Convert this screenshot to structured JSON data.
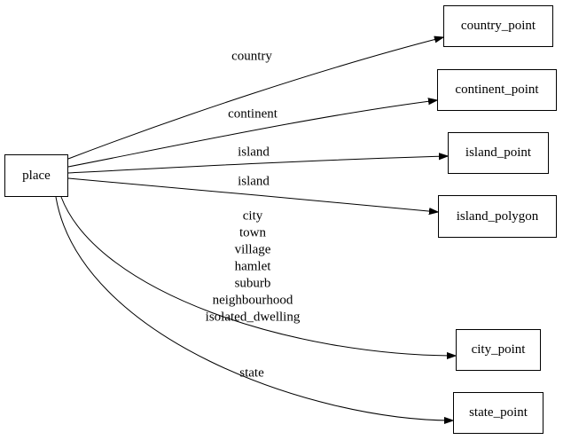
{
  "colors": {
    "background": "#ffffff",
    "stroke": "#000000",
    "node_fill": "#ffffff",
    "text": "#000000"
  },
  "nodes": [
    {
      "id": "place",
      "label": "place"
    },
    {
      "id": "country_point",
      "label": "country_point"
    },
    {
      "id": "continent_point",
      "label": "continent_point"
    },
    {
      "id": "island_point",
      "label": "island_point"
    },
    {
      "id": "island_polygon",
      "label": "island_polygon"
    },
    {
      "id": "city_point",
      "label": "city_point"
    },
    {
      "id": "state_point",
      "label": "state_point"
    }
  ],
  "edges": [
    {
      "from": "place",
      "to": "country_point",
      "label": "country"
    },
    {
      "from": "place",
      "to": "continent_point",
      "label": "continent"
    },
    {
      "from": "place",
      "to": "island_point",
      "label": "island"
    },
    {
      "from": "place",
      "to": "island_polygon",
      "label": "island"
    },
    {
      "from": "place",
      "to": "city_point",
      "label_lines": [
        "city",
        "town",
        "village",
        "hamlet",
        "suburb",
        "neighbourhood",
        "isolated_dwelling"
      ]
    },
    {
      "from": "place",
      "to": "state_point",
      "label": "state"
    }
  ]
}
